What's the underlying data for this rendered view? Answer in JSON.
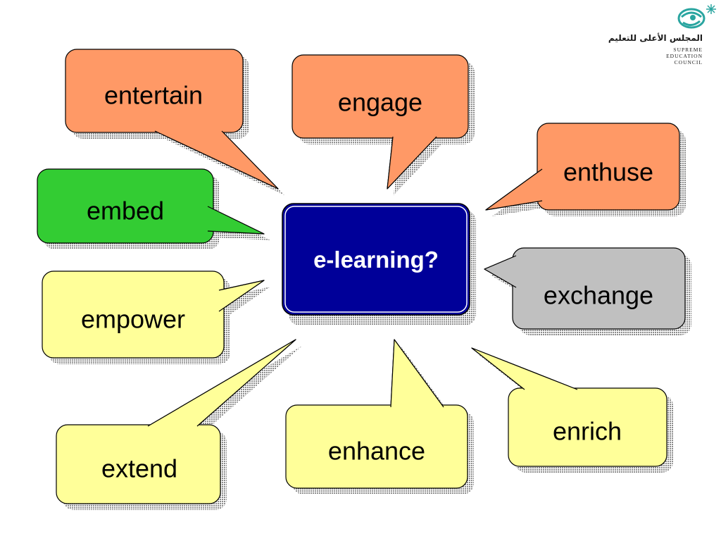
{
  "center": {
    "label": "e-learning?",
    "fill": "#000099",
    "stroke": "#ffffff"
  },
  "bubbles": [
    {
      "id": "entertain",
      "label": "entertain",
      "fill": "#ff9966"
    },
    {
      "id": "engage",
      "label": "engage",
      "fill": "#ff9966"
    },
    {
      "id": "enthuse",
      "label": "enthuse",
      "fill": "#ff9966"
    },
    {
      "id": "embed",
      "label": "embed",
      "fill": "#33cc33"
    },
    {
      "id": "exchange",
      "label": "exchange",
      "fill": "#c0c0c0"
    },
    {
      "id": "empower",
      "label": "empower",
      "fill": "#ffff99"
    },
    {
      "id": "extend",
      "label": "extend",
      "fill": "#ffff99"
    },
    {
      "id": "enhance",
      "label": "enhance",
      "fill": "#ffff99"
    },
    {
      "id": "enrich",
      "label": "enrich",
      "fill": "#ffff99"
    }
  ],
  "logo": {
    "arabic": "المجلس الأعلى للتعليم",
    "line1": "SUPREME",
    "line2": "EDUCATION",
    "line3": "COUNCIL",
    "color": "#2aa5a0"
  },
  "colors": {
    "shadow": "#8c8c8c",
    "outline": "#000000"
  }
}
